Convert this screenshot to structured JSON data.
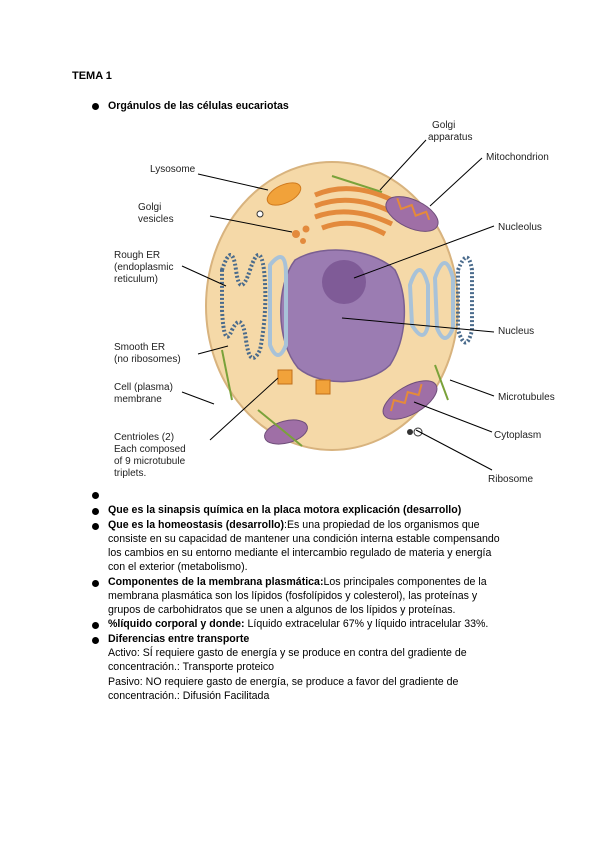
{
  "title": "TEMA 1",
  "heading": "Orgánulos de las células eucariotas",
  "figure_labels": {
    "golgi_apparatus_1": "Golgi",
    "golgi_apparatus_2": "apparatus",
    "lysosome": "Lysosome",
    "mitochondrion": "Mitochondrion",
    "golgi_vesicles_1": "Golgi",
    "golgi_vesicles_2": "vesicles",
    "nucleolus": "Nucleolus",
    "rough_er_1": "Rough ER",
    "rough_er_2": "(endoplasmic",
    "rough_er_3": "reticulum)",
    "nucleus": "Nucleus",
    "smooth_er_1": "Smooth ER",
    "smooth_er_2": "(no ribosomes)",
    "cell_membrane_1": "Cell (plasma)",
    "cell_membrane_2": "membrane",
    "microtubules": "Microtubules",
    "centrioles_1": "Centrioles (2)",
    "centrioles_2": "Each composed",
    "centrioles_3": "of 9 microtubule",
    "centrioles_4": "triplets.",
    "cytoplasm": "Cytoplasm",
    "ribosome": "Ribosome"
  },
  "items": {
    "q1": "Que es la sinapsis química en la placa motora explicación (desarrollo)",
    "q2_bold": "Que es la homeostasis (desarrollo)",
    "q2_l1": ":Es una propiedad de los organismos que",
    "q2_l2": "consiste en su capacidad de mantener una condición interna estable compensando",
    "q2_l3": "los cambios en su entorno mediante el intercambio regulado de materia y energía",
    "q2_l4": "con el exterior (metabolismo).",
    "q3_bold": "Componentes de la membrana plasmática:",
    "q3_l1": "Los principales componentes de la",
    "q3_l2": "membrana plasmática son los lípidos (fosfolípidos y colesterol), las proteínas y",
    "q3_l3": "grupos de carbohidratos que se unen a algunos de los lípidos y proteínas.",
    "q4_bold": "%líquido corporal y donde:",
    "q4_text": " Líquido extracelular 67% y líquido intracelular 33%.",
    "q5_bold": "Diferencias entre transporte",
    "q5_l1": "Activo: SÍ requiere gasto de energía y se produce en contra del gradiente de",
    "q5_l2": "concentración.: Transporte proteico",
    "q5_l3": "Pasivo: NO requiere gasto de energía, se produce a favor del gradiente de",
    "q5_l4": "concentración.: Difusión Facilitada"
  }
}
